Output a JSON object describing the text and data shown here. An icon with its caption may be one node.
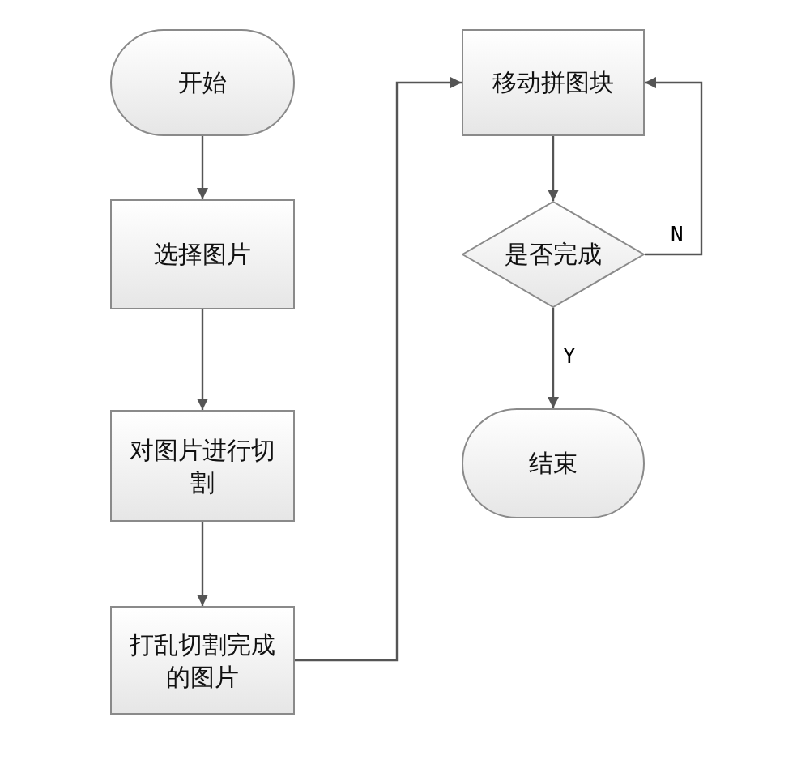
{
  "diagram": {
    "nodes": [
      {
        "text": [
          "开始"
        ]
      },
      {
        "text": [
          "选择图片"
        ]
      },
      {
        "text": [
          "对图片进行切割"
        ]
      },
      {
        "text": [
          "打乱切割完成的图片"
        ]
      },
      {
        "text": [
          "移动拼图块"
        ]
      },
      {
        "text": [
          "是否完成"
        ]
      },
      {
        "text": [
          "结束"
        ]
      }
    ],
    "edges": [
      {
        "from": 0,
        "to": 1,
        "arrow": "to"
      },
      {
        "from": 1,
        "to": 2,
        "arrow": "to"
      },
      {
        "from": 2,
        "to": 3,
        "arrow": "to"
      },
      {
        "from": 3,
        "to": 4,
        "arrow": "to"
      },
      {
        "from": 4,
        "to": 5,
        "arrow": "to"
      },
      {
        "from": 5,
        "to": 6,
        "arrow": "to",
        "label": "Y"
      },
      {
        "from": 5,
        "to": 4,
        "arrow": "to",
        "label": "N"
      }
    ]
  }
}
